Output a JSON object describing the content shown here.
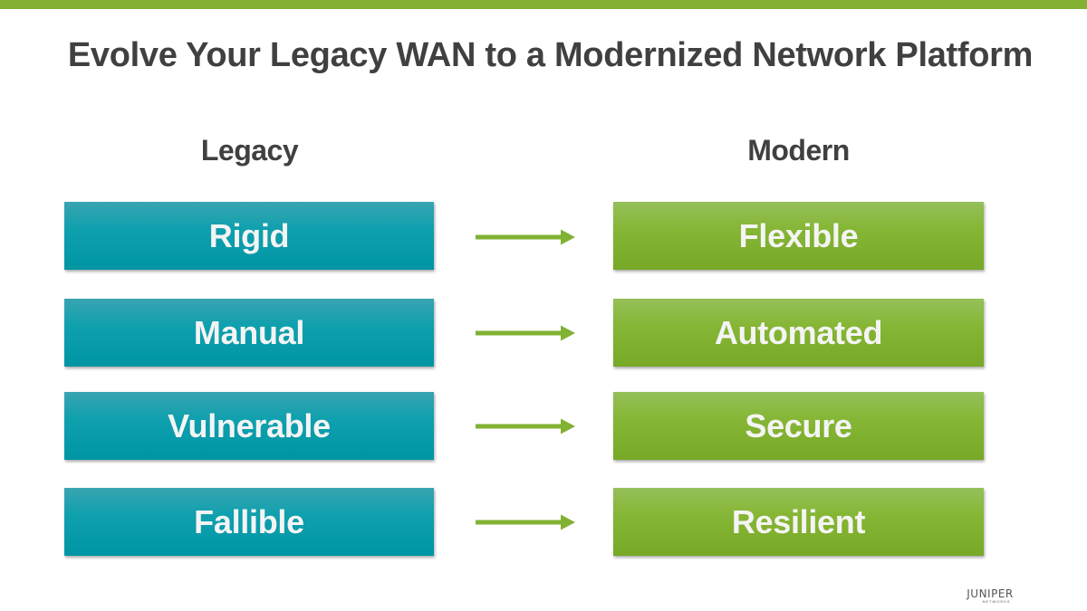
{
  "slide": {
    "title": "Evolve Your Legacy WAN to a Modernized Network Platform",
    "accent_color": "#82b133",
    "legacy_color": "#0097a7",
    "modern_color": "#82b133"
  },
  "columns": {
    "legacy_heading": "Legacy",
    "modern_heading": "Modern"
  },
  "rows": [
    {
      "legacy": "Rigid",
      "modern": "Flexible",
      "arrow_icon": "arrow-right-icon"
    },
    {
      "legacy": "Manual",
      "modern": "Automated",
      "arrow_icon": "arrow-right-icon"
    },
    {
      "legacy": "Vulnerable",
      "modern": "Secure",
      "arrow_icon": "arrow-right-icon"
    },
    {
      "legacy": "Fallible",
      "modern": "Resilient",
      "arrow_icon": "arrow-right-icon"
    }
  ],
  "logo": {
    "name": "JUNIPER",
    "subtext": "NETWORKS"
  }
}
